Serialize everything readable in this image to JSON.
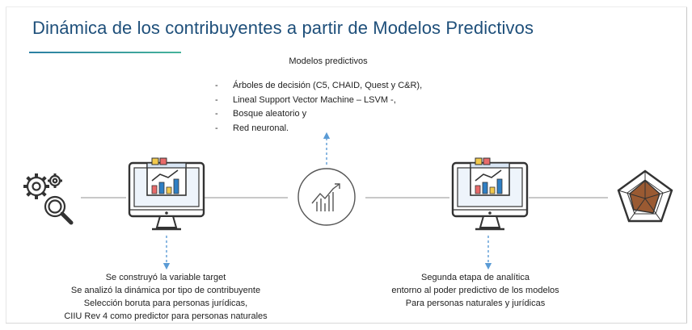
{
  "slide": {
    "title": "Dinámica de los contribuyentes a partir de Modelos Predictivos"
  },
  "models": {
    "heading": "Modelos predictivos",
    "items": [
      "Árboles de decisión (C5, CHAID, Quest y C&R),",
      "Lineal Support Vector Machine – LSVM -,",
      "Bosque aleatorio y",
      "Red neuronal."
    ],
    "dash": "-"
  },
  "icons": {
    "gears": "gears-magnifier-icon",
    "monitor_left": "analytics-monitor-icon",
    "trend": "trend-chart-icon",
    "monitor_right": "analytics-monitor-icon",
    "radar": "radar-chart-icon"
  },
  "notes": {
    "left": [
      "Se construyó la variable target",
      "Se analizó la dinámica por tipo de contribuyente",
      "Selección boruta para personas jurídicas,",
      "CIIU Rev 4 como predictor para personas naturales"
    ],
    "right": [
      "Segunda etapa de analítica",
      "entorno al poder predictivo de los modelos",
      "Para personas naturales y jurídicas"
    ]
  },
  "colors": {
    "title": "#1e4f7a",
    "accent_blue": "#2f7fc4",
    "arrow": "#5a9bd5",
    "line": "#c8c8c8",
    "radar_fill": "#9a5a32"
  }
}
